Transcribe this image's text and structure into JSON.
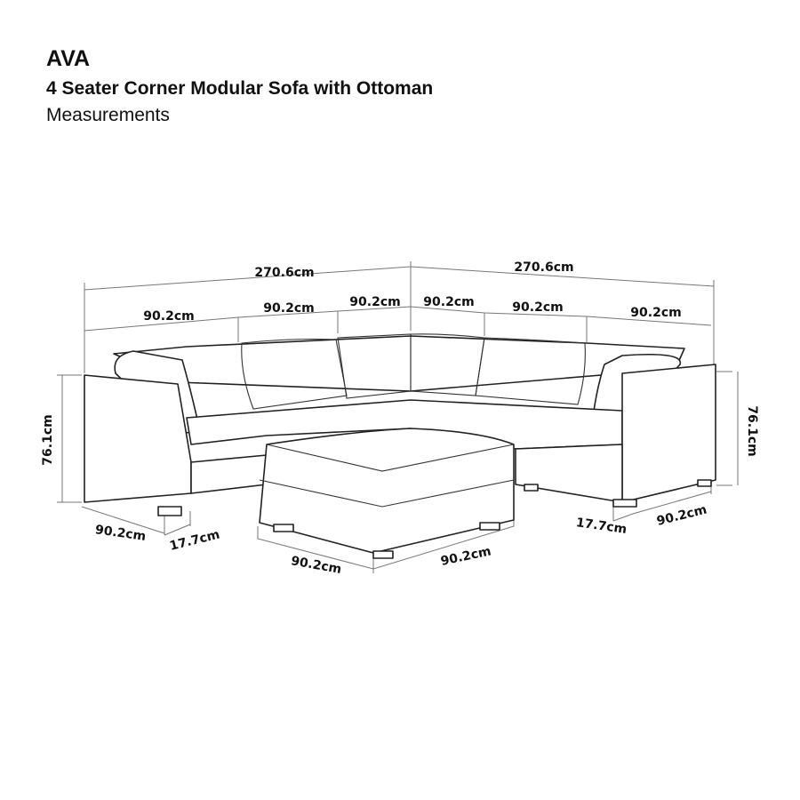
{
  "header": {
    "brand": "AVA",
    "product": "4 Seater Corner Modular Sofa with Ottoman",
    "subtitle": "Measurements"
  },
  "dimensions": {
    "left_total": "270.6cm",
    "right_total": "270.6cm",
    "left_seat_1": "90.2cm",
    "left_seat_2": "90.2cm",
    "left_seat_3": "90.2cm",
    "right_seat_1": "90.2cm",
    "right_seat_2": "90.2cm",
    "right_seat_3": "90.2cm",
    "left_height": "76.1cm",
    "right_height": "76.1cm",
    "left_depth": "90.2cm",
    "left_leg": "17.7cm",
    "right_depth": "90.2cm",
    "right_leg": "17.7cm",
    "ottoman_width": "90.2cm",
    "ottoman_depth": "90.2cm"
  }
}
